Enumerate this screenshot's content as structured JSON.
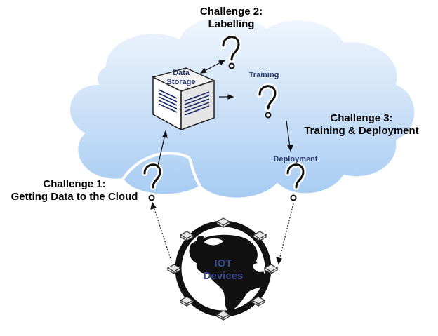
{
  "challenge2": {
    "line1": "Challenge 2:",
    "line2": "Labelling"
  },
  "challenge3": {
    "line1": "Challenge 3:",
    "line2": "Training & Deployment"
  },
  "challenge1": {
    "line1": "Challenge 1:",
    "line2": "Getting Data to the Cloud"
  },
  "data_storage": {
    "line1": "Data",
    "line2": "Storage"
  },
  "training_label": "Training",
  "deployment_label": "Deployment",
  "iot": {
    "line1": "IOT",
    "line2": "Devices"
  },
  "colors": {
    "cloud_top": "#e8f1fb",
    "cloud_bottom": "#a9cdf3",
    "cloud_outline": "#ffffff",
    "label_text": "#2a3a6a",
    "iot_text": "#3a4a8c",
    "ring": "#111111"
  }
}
